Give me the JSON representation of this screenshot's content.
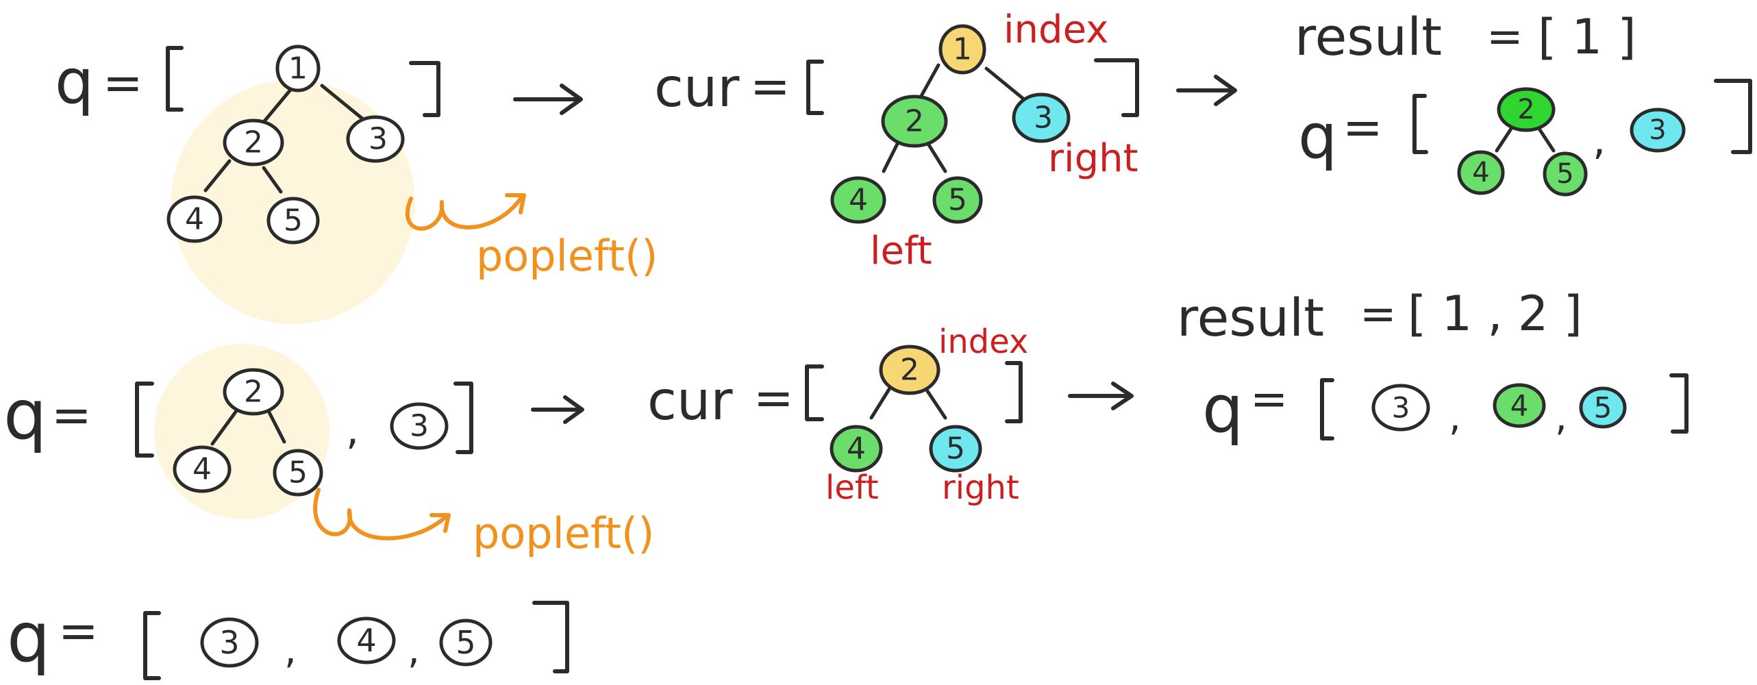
{
  "colors": {
    "highlight": "#fdf6dc",
    "index_node": "#f7d774",
    "left_node": "#6bdd6b",
    "right_node": "#6ee7ef",
    "plain_node": "#ffffff",
    "label_red": "#cc1f1f",
    "label_orange": "#f0921d",
    "ink": "#2b2b2b"
  },
  "labels": {
    "q": "q",
    "eq": "=",
    "cur": "cur",
    "result": "result",
    "index": "index",
    "left": "left",
    "right": "right",
    "popleft": "popleft()",
    "comma": ","
  },
  "rows": [
    {
      "result_values": "[ 1 ]",
      "queue_before_nodes": [
        "1",
        "2",
        "3",
        "4",
        "5"
      ],
      "cur_nodes": {
        "index": "1",
        "left": "2",
        "right": "3",
        "left_children": [
          "4",
          "5"
        ]
      },
      "queue_after": {
        "left_subtree": [
          "2",
          "4",
          "5"
        ],
        "right_subtree": [
          "3"
        ]
      }
    },
    {
      "result_values": "[ 1 , 2 ]",
      "queue_before_nodes": [
        "2",
        "4",
        "5",
        "3"
      ],
      "cur_nodes": {
        "index": "2",
        "left": "4",
        "right": "5"
      },
      "queue_after": [
        "3",
        "4",
        "5"
      ]
    },
    {
      "queue": [
        "3",
        "4",
        "5"
      ]
    }
  ]
}
